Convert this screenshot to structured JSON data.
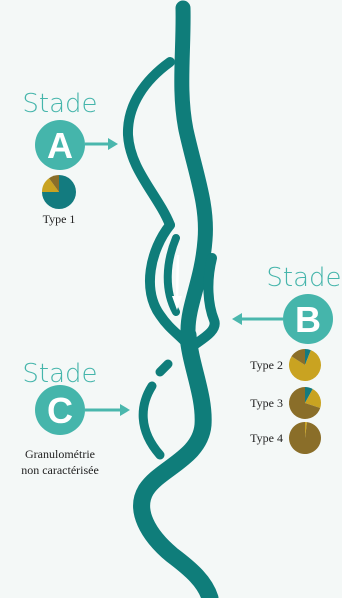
{
  "colors": {
    "river": "#0f7d7a",
    "stage_accent": "#45b5ab",
    "arrow": "#4ab7ad",
    "pie_teal": "#137b7f",
    "pie_gold": "#c9a321",
    "pie_brown": "#8a6e29",
    "text": "#222222",
    "background": "#f4f8f7"
  },
  "stages": [
    {
      "word": "Stade",
      "letter": "A"
    },
    {
      "word": "Stade",
      "letter": "B"
    },
    {
      "word": "Stade",
      "letter": "C"
    }
  ],
  "pies": [
    {
      "label": "Type 1",
      "slices": [
        {
          "color": "pie_teal",
          "fraction": 0.75
        },
        {
          "color": "pie_gold",
          "fraction": 0.15
        },
        {
          "color": "pie_brown",
          "fraction": 0.1
        }
      ]
    },
    {
      "label": "Type 2",
      "slices": [
        {
          "color": "pie_teal",
          "fraction": 0.06
        },
        {
          "color": "pie_gold",
          "fraction": 0.78
        },
        {
          "color": "pie_brown",
          "fraction": 0.16
        }
      ]
    },
    {
      "label": "Type 3",
      "slices": [
        {
          "color": "pie_teal",
          "fraction": 0.08
        },
        {
          "color": "pie_gold",
          "fraction": 0.22
        },
        {
          "color": "pie_brown",
          "fraction": 0.7
        }
      ]
    },
    {
      "label": "Type 4",
      "slices": [
        {
          "color": "pie_gold",
          "fraction": 0.02
        },
        {
          "color": "pie_brown",
          "fraction": 0.98
        }
      ]
    }
  ],
  "note": {
    "line1": "Granulométrie",
    "line2": "non caractérisée"
  }
}
